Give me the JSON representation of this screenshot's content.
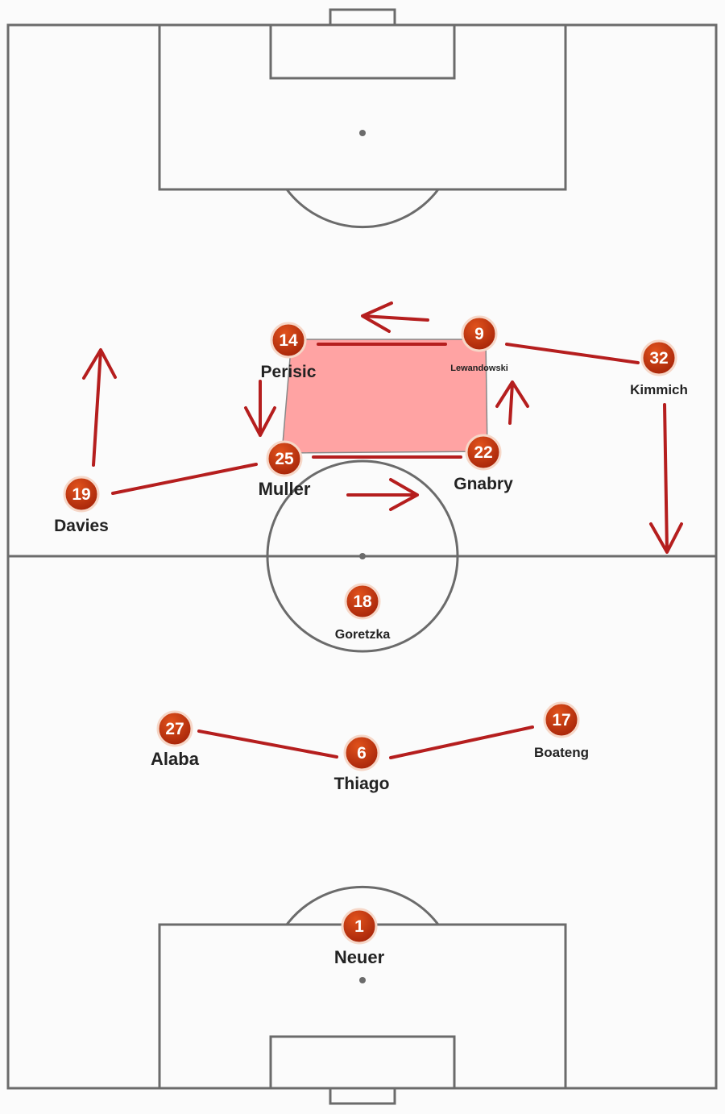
{
  "title": "Formation diagram",
  "colors": {
    "badge": "#c8320c",
    "movement": "#b51e1e",
    "zone": "#ffa3a3",
    "pitch_lines": "#6b6b6b"
  },
  "players": [
    {
      "number": "14",
      "name": "Perisic"
    },
    {
      "number": "9",
      "name": "Lewandowski"
    },
    {
      "number": "32",
      "name": "Kimmich"
    },
    {
      "number": "25",
      "name": "Muller"
    },
    {
      "number": "22",
      "name": "Gnabry"
    },
    {
      "number": "19",
      "name": "Davies"
    },
    {
      "number": "18",
      "name": "Goretzka"
    },
    {
      "number": "27",
      "name": "Alaba"
    },
    {
      "number": "6",
      "name": "Thiago"
    },
    {
      "number": "17",
      "name": "Boateng"
    },
    {
      "number": "1",
      "name": "Neuer"
    }
  ]
}
